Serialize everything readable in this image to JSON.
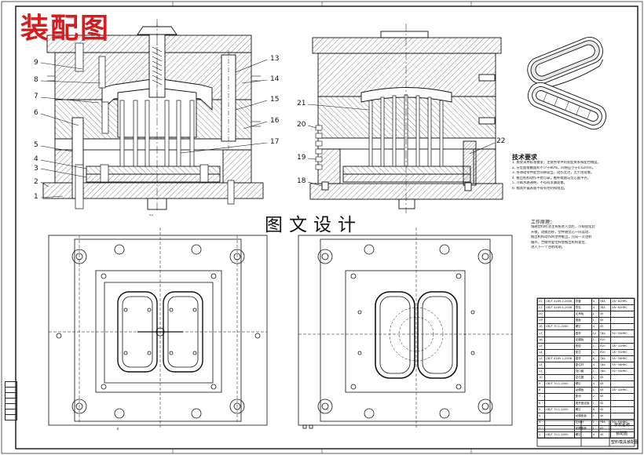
{
  "title": "装配图",
  "center_caption": "图文设计",
  "callouts_left": [
    {
      "n": "1"
    },
    {
      "n": "2"
    },
    {
      "n": "3"
    },
    {
      "n": "4"
    },
    {
      "n": "5"
    },
    {
      "n": "6"
    },
    {
      "n": "7"
    },
    {
      "n": "8"
    },
    {
      "n": "9"
    }
  ],
  "callouts_right_of_left": [
    {
      "n": "13"
    },
    {
      "n": "14"
    },
    {
      "n": "15"
    },
    {
      "n": "16"
    },
    {
      "n": "17"
    }
  ],
  "callouts_second_view": [
    {
      "n": "21"
    },
    {
      "n": "20"
    },
    {
      "n": "19"
    },
    {
      "n": "18"
    },
    {
      "n": "22"
    }
  ],
  "tech": {
    "title": "技术要求",
    "lines": [
      "1. 模架采用标准模架，注意各零件的装配关系和配合精度。",
      "2. 分型面接触面积不少于80%，间隙应小于0.02mm。",
      "3. 各滑动零件配合间隙适当，动作灵活，无卡阻现象。",
      "4. 推出机构动作平稳可靠，推杆端面与型芯面平齐。",
      "5. 冷却水路通畅，不得有渗漏现象。",
      "6. 模具外露表面不得有毛刺和锐边。"
    ]
  },
  "work": {
    "title": "工作原理：",
    "lines": [
      "熔融塑料经浇注系统进入型腔，冷却固化后",
      "开模，动模后移，塑件随型芯一同运动，",
      "推出机构动作将塑件推出，完成一次注射",
      "循环。合模时复位杆使推出机构复位，",
      "进入下一个注射周期。"
    ]
  },
  "bom": {
    "rows": [
      [
        "22",
        "GB/T 4169.2-2006",
        "导套",
        "4",
        "T8A",
        "58~62HRC"
      ],
      [
        "21",
        "GB/T 4169.4-2006",
        "导柱",
        "4",
        "T8A",
        "58~62HRC"
      ],
      [
        "20",
        "",
        "支承板",
        "1",
        "45",
        ""
      ],
      [
        "19",
        "",
        "推板",
        "1",
        "45",
        ""
      ],
      [
        "18",
        "GB/T 70.1-2000",
        "螺钉",
        "4",
        "45",
        ""
      ],
      [
        "17",
        "",
        "推杆",
        "12",
        "T8A",
        "50~55HRC"
      ],
      [
        "16",
        "",
        "定模板",
        "1",
        "P20",
        ""
      ],
      [
        "15",
        "",
        "型腔",
        "1",
        "P20",
        "28~32HRC"
      ],
      [
        "14",
        "",
        "型芯",
        "1",
        "P20",
        "28~32HRC"
      ],
      [
        "13",
        "GB/T 4169.1-2006",
        "推杆",
        "8",
        "T8A",
        "54~58HRC"
      ],
      [
        "12",
        "",
        "复位杆",
        "4",
        "T8A",
        "54~58HRC"
      ],
      [
        "11",
        "",
        "浇口套",
        "1",
        "T8A",
        "50~55HRC"
      ],
      [
        "10",
        "",
        "定位圈",
        "1",
        "45",
        ""
      ],
      [
        "9",
        "GB/T 70.1-2000",
        "螺钉",
        "4",
        "45",
        ""
      ],
      [
        "8",
        "",
        "动模板",
        "1",
        "45",
        "28~32HRC"
      ],
      [
        "7",
        "",
        "垫块",
        "2",
        "45",
        ""
      ],
      [
        "6",
        "",
        "推杆固定板",
        "1",
        "45",
        ""
      ],
      [
        "5",
        "GB/T 70.1-2000",
        "螺钉",
        "6",
        "45",
        ""
      ],
      [
        "4",
        "",
        "动模座板",
        "1",
        "45",
        ""
      ],
      [
        "3",
        "",
        "拉料杆",
        "1",
        "T8A",
        "50~55HRC"
      ],
      [
        "2",
        "",
        "定模座板",
        "1",
        "45",
        ""
      ],
      [
        "1",
        "GB/T 70.1-2000",
        "螺钉",
        "4",
        "45",
        ""
      ]
    ]
  },
  "title_block": {
    "school_label": "学校名称",
    "drawing_name": "装配图",
    "part_name": "塑料模具装配图"
  }
}
